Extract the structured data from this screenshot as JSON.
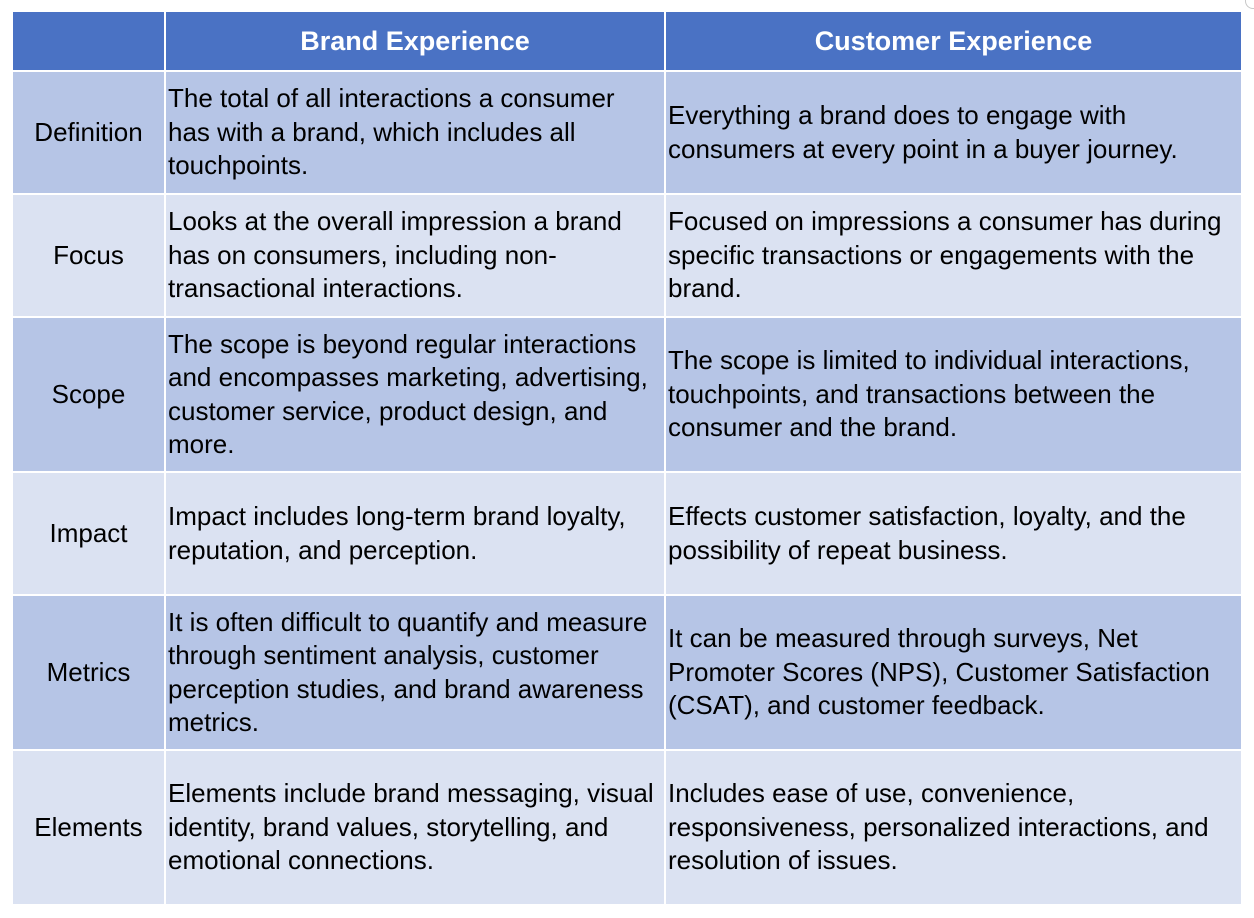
{
  "table": {
    "headers": [
      "",
      "Brand Experience",
      "Customer Experience"
    ],
    "rows": [
      {
        "label": "Definition",
        "brand": "The total of all interactions a consumer has with a brand, which includes all touchpoints.",
        "customer": "Everything a brand does to engage with consumers at every point in a buyer journey."
      },
      {
        "label": "Focus",
        "brand": "Looks at the overall impression a brand has on consumers, including non-transactional interactions.",
        "customer": "Focused on impressions a consumer has during specific transactions or engagements with the brand."
      },
      {
        "label": "Scope",
        "brand": "The scope is beyond regular interactions and encompasses marketing, advertising, customer service, product design, and more.",
        "customer": "The scope is limited to individual interactions, touchpoints, and transactions between the consumer and the brand."
      },
      {
        "label": "Impact",
        "brand": "Impact includes long-term brand loyalty, reputation, and perception.",
        "customer": "Effects customer satisfaction, loyalty, and the possibility of repeat business."
      },
      {
        "label": "Metrics",
        "brand": "It is often difficult to quantify and measure through sentiment analysis, customer perception studies, and brand awareness metrics.",
        "customer": "It can be measured through surveys, Net Promoter Scores (NPS), Customer Satisfaction (CSAT), and customer feedback."
      },
      {
        "label": "Elements",
        "brand": "Elements include brand messaging, visual identity, brand values, storytelling, and emotional connections.",
        "customer": "Includes ease of use, convenience, responsiveness, personalized interactions, and resolution of issues."
      }
    ]
  },
  "colors": {
    "header_bg": "#4a72c4",
    "row_odd_bg": "#b6c5e6",
    "row_even_bg": "#dbe2f2"
  }
}
